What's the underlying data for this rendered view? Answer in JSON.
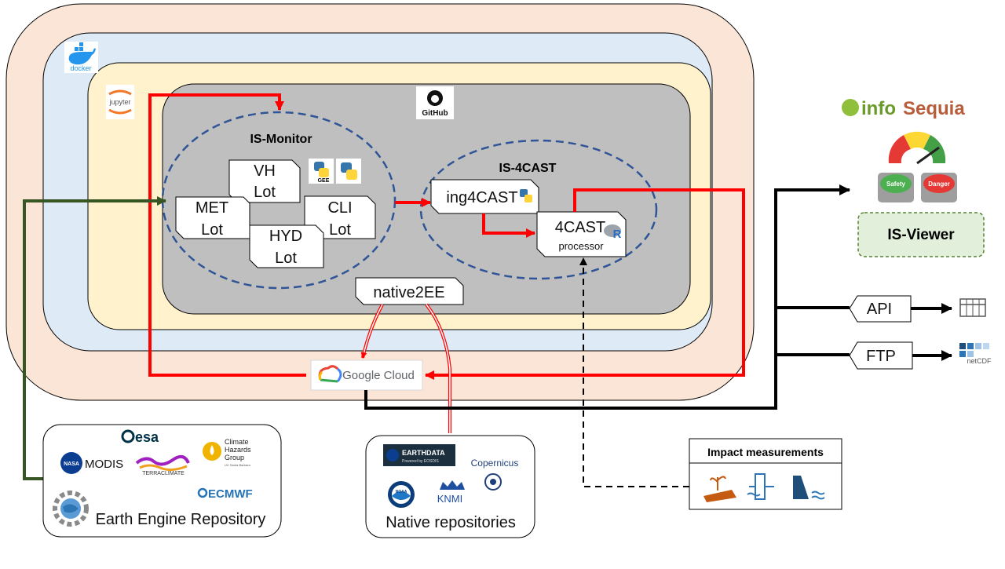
{
  "logos": {
    "docker": "docker",
    "jupyter": "jupyter",
    "github": "GitHub",
    "infosequia_part1": "info",
    "infosequia_part2": "Sequia",
    "gee_badge": "GEE",
    "safety": "Safety",
    "danger": "Danger",
    "esa": "esa",
    "modis": "MODIS",
    "nasa": "NASA",
    "terraclimate": "TERRACLIMATE",
    "climate_hazards_1": "Climate",
    "climate_hazards_2": "Hazards",
    "climate_hazards_3": "Group",
    "ucsb": "UC Santa Barbara",
    "ecmwf": "ECMWF",
    "earthdata": "EARTHDATA",
    "earthdata_sub": "Powered by EOSDIS",
    "copernicus": "Copernicus",
    "noaa": "NOAA",
    "knmi": "KNMI",
    "netcdf": "netCDF"
  },
  "monitor": {
    "title": "IS-Monitor",
    "lots": [
      {
        "l1": "VH",
        "l2": "Lot"
      },
      {
        "l1": "MET",
        "l2": "Lot"
      },
      {
        "l1": "CLI",
        "l2": "Lot"
      },
      {
        "l1": "HYD",
        "l2": "Lot"
      }
    ]
  },
  "forecast": {
    "title": "IS-4CAST",
    "ing": "ing4CAST",
    "proc_l1": "4CAST",
    "proc_l2": "processor"
  },
  "native2ee": "native2EE",
  "google_cloud": "Google Cloud",
  "viewer": "IS-Viewer",
  "api": "API",
  "ftp": "FTP",
  "impact": "Impact measurements",
  "ee_repo": "Earth Engine Repository",
  "native_repo": "Native repositories",
  "colors": {
    "docker_bg": "#fbe5d6",
    "outer_blue": "#deebf7",
    "jupyter_bg": "#fff2cc",
    "github_bg": "#bfbfbf",
    "red_arrow": "#ff0000",
    "green_arrow": "#375623",
    "dash_blue": "#2f5597",
    "viewer_bg": "#e2efda"
  }
}
